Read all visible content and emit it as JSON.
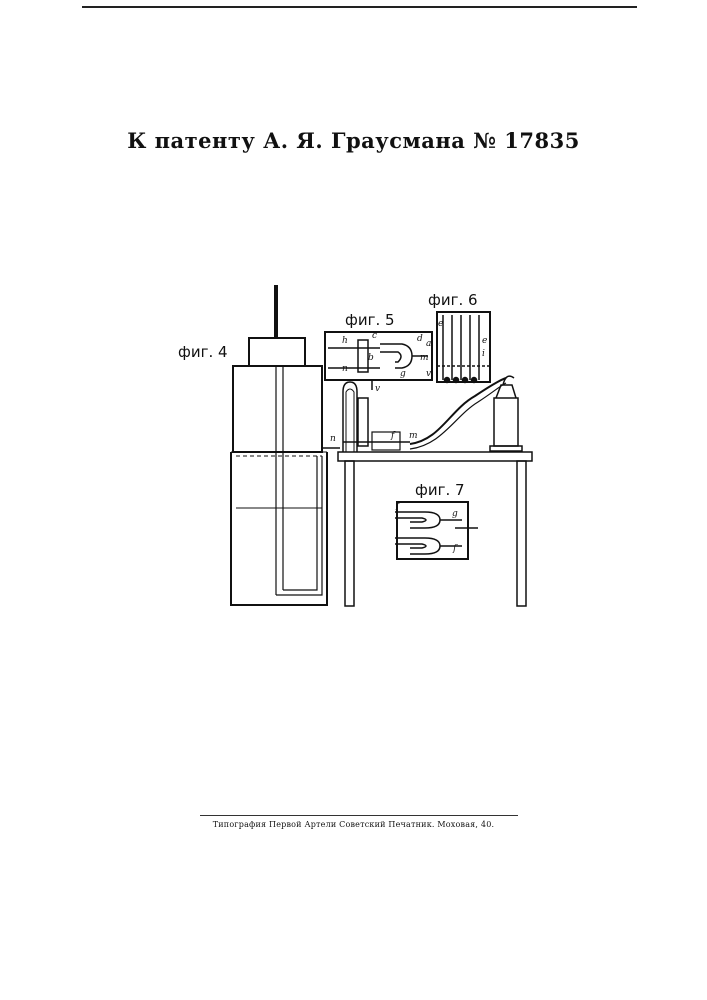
{
  "title": "К патенту А. Я. Граусмана № 17835",
  "figures": {
    "fig4": "фиг. 4",
    "fig5": "фиг. 5",
    "fig6": "фиг. 6",
    "fig7": "фиг. 7"
  },
  "reference_letters": {
    "fig5": [
      "h",
      "c",
      "d",
      "m",
      "b",
      "n",
      "g",
      "v"
    ],
    "fig6": [
      "e",
      "a",
      "e",
      "i",
      "v"
    ],
    "main": [
      "n",
      "f",
      "m"
    ],
    "fig7": [
      "f",
      "g",
      "f"
    ]
  },
  "imprint": "Типография Первой Артели Советский Печатник. Моховая, 40."
}
